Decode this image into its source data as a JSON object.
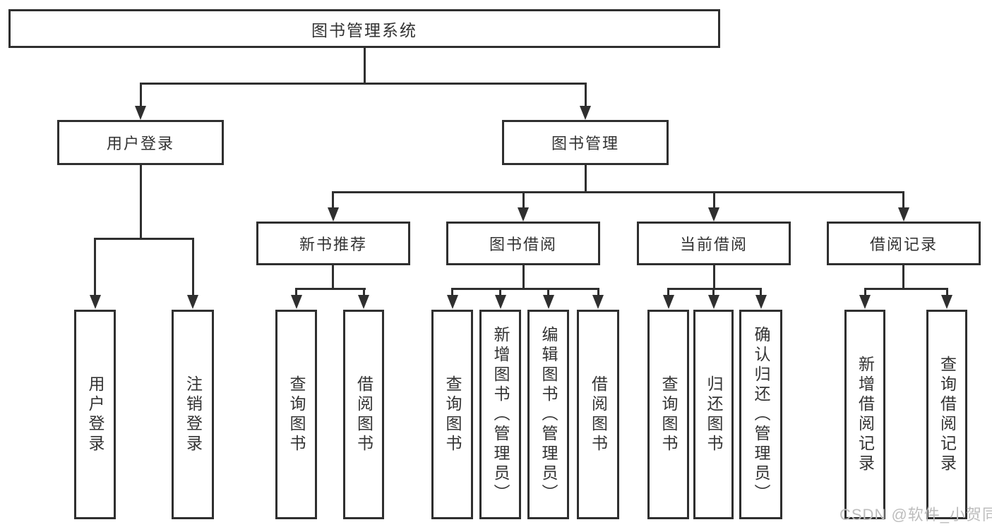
{
  "diagram": {
    "title": "图书管理系统",
    "root": {
      "label": "图书管理系统"
    },
    "level2": {
      "user_login": {
        "label": "用户登录"
      },
      "book_mgmt": {
        "label": "图书管理"
      }
    },
    "level3": {
      "new_book": {
        "label": "新书推荐"
      },
      "book_borrow": {
        "label": "图书借阅"
      },
      "current_borrow": {
        "label": "当前借阅"
      },
      "borrow_record": {
        "label": "借阅记录"
      }
    },
    "leaves": {
      "user_login_leaf": "用户登录",
      "logout_leaf": "注销登录",
      "nb_query": "查询图书",
      "nb_borrow": "借阅图书",
      "bb_query": "查询图书",
      "bb_add": "新增图书（管理员）",
      "bb_edit": "编辑图书（管理员）",
      "bb_borrow": "借阅图书",
      "cb_query": "查询图书",
      "cb_return": "归还图书",
      "cb_confirm": "确认归还（管理员）",
      "br_add": "新增借阅记录",
      "br_query": "查询借阅记录"
    }
  },
  "watermark": "CSDN @软件_小贺同学",
  "colors": {
    "line": "#2f2f2f",
    "text": "#333333",
    "watermark": "#bdbdbd",
    "background": "#ffffff"
  }
}
